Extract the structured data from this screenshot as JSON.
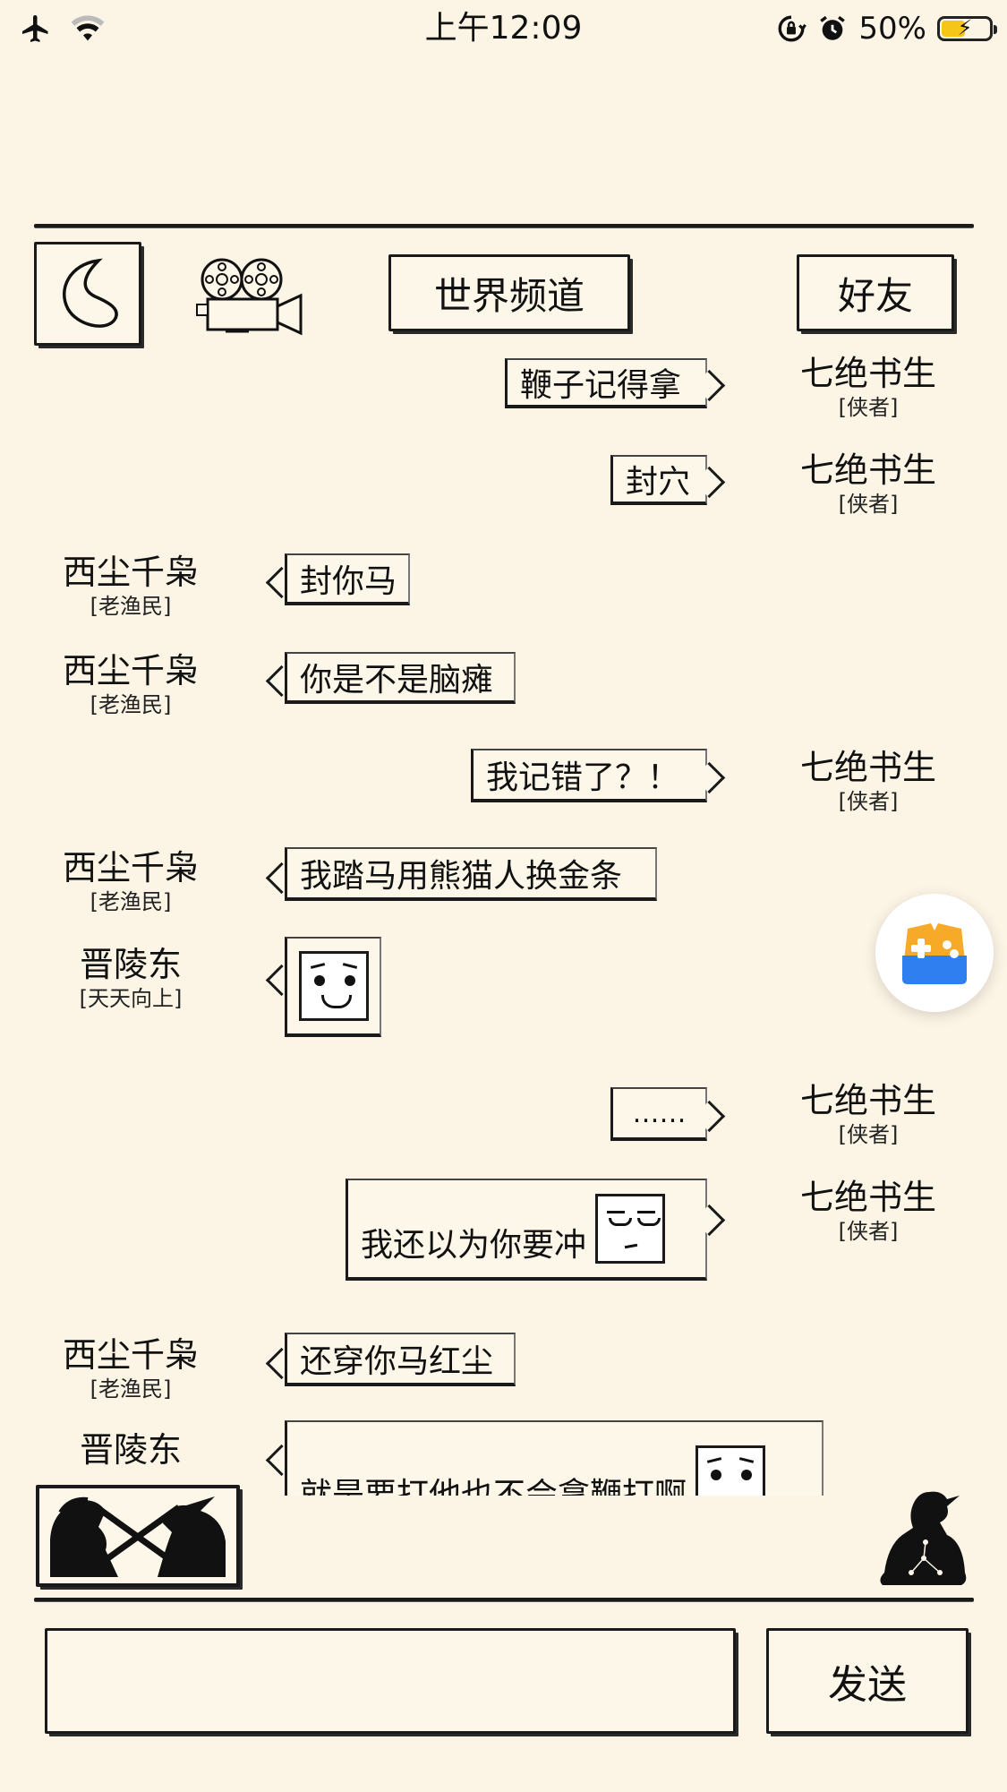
{
  "status_bar": {
    "time": "上午12:09",
    "battery_pct": "50%",
    "battery_level": 0.5,
    "icons": [
      "airplane-icon",
      "wifi-icon",
      "orientation-lock-icon",
      "alarm-icon",
      "battery-icon"
    ]
  },
  "header": {
    "back_icon": "back-icon",
    "camera_icon": "film-camera-icon",
    "world_channel": "世界频道",
    "friends": "好友"
  },
  "messages": [
    {
      "side": "right",
      "name": "七绝书生",
      "title": "[侠者]",
      "text": "鞭子记得拿"
    },
    {
      "side": "right",
      "name": "七绝书生",
      "title": "[侠者]",
      "text": "封穴"
    },
    {
      "side": "left",
      "name": "西尘千枭",
      "title": "[老渔民]",
      "text": "封你马"
    },
    {
      "side": "left",
      "name": "西尘千枭",
      "title": "[老渔民]",
      "text": "你是不是脑瘫"
    },
    {
      "side": "right",
      "name": "七绝书生",
      "title": "[侠者]",
      "text": "我记错了？！"
    },
    {
      "side": "left",
      "name": "西尘千枭",
      "title": "[老渔民]",
      "text": "我踏马用熊猫人换金条"
    },
    {
      "side": "left",
      "name": "晋陵东",
      "title": "[天天向上]",
      "text": "",
      "sticker": "grinning-face-sticker"
    },
    {
      "side": "right",
      "name": "七绝书生",
      "title": "[侠者]",
      "text": "……"
    },
    {
      "side": "right",
      "name": "七绝书生",
      "title": "[侠者]",
      "text": "我还以为你要冲",
      "sticker": "smirking-face-sticker"
    },
    {
      "side": "left",
      "name": "西尘千枭",
      "title": "[老渔民]",
      "text": "还穿你马红尘"
    },
    {
      "side": "left",
      "name": "晋陵东",
      "title": "",
      "text": "就是要打他也不会拿鞭打啊",
      "sticker": "grinning-face-sticker"
    }
  ],
  "float_button": {
    "icon": "gamepad-icon"
  },
  "bottom": {
    "duel_icon": "duel-swords-icon",
    "meditate_icon": "meditating-figure-icon",
    "input_placeholder": "",
    "send": "发送"
  }
}
